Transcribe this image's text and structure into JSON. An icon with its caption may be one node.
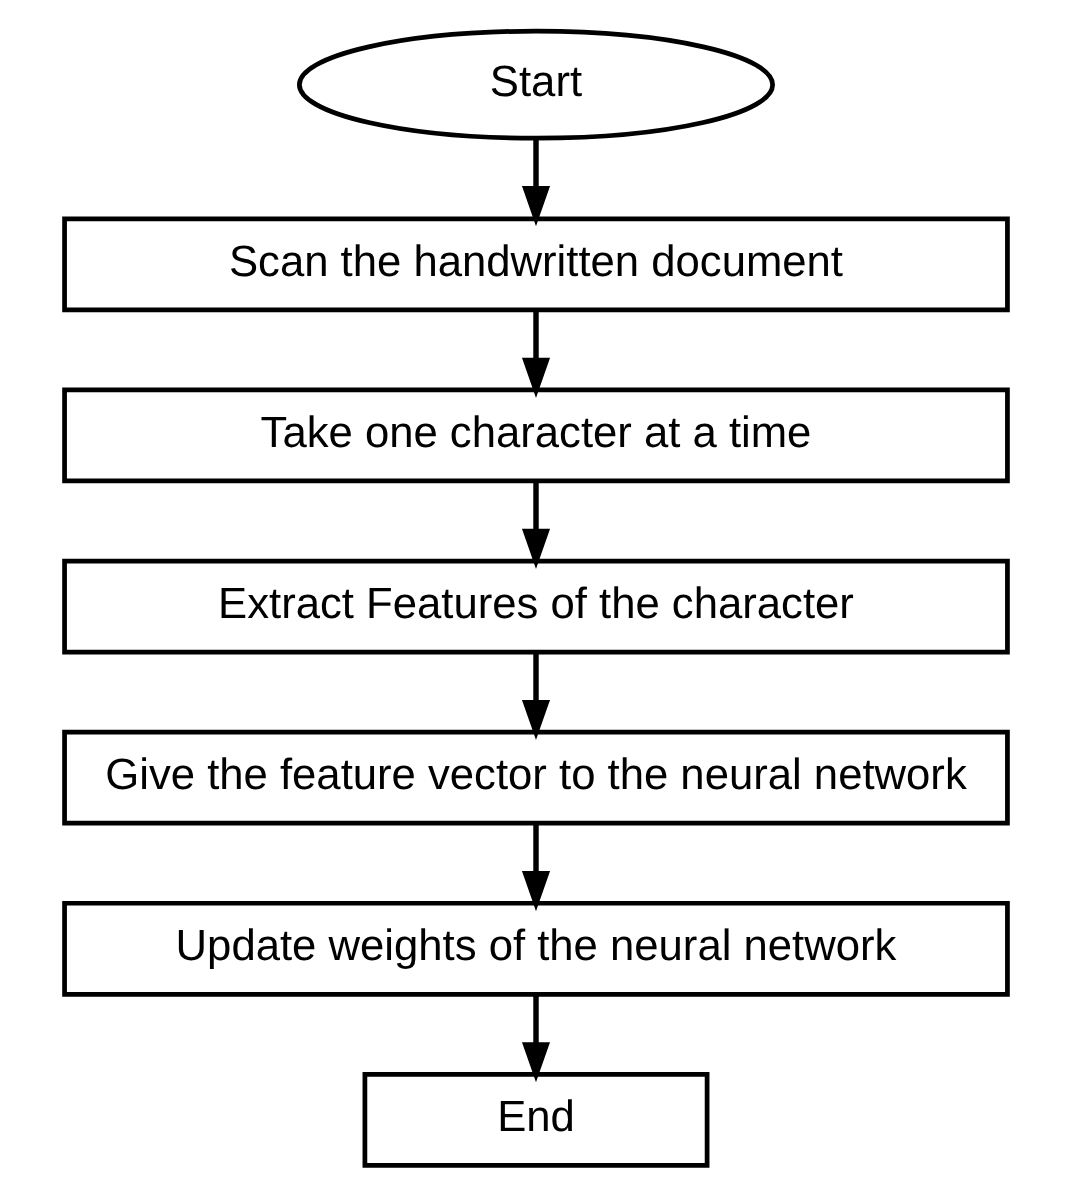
{
  "diagram": {
    "nodes": [
      {
        "text": [
          "Start"
        ]
      },
      {
        "text": [
          "Scan the handwritten document"
        ]
      },
      {
        "text": [
          "Take one character at a time"
        ]
      },
      {
        "text": [
          "Extract Features of the character"
        ]
      },
      {
        "text": [
          "Give the feature vector to the neural network"
        ]
      },
      {
        "text": [
          "Update weights of the neural network"
        ]
      },
      {
        "text": [
          "End"
        ]
      }
    ],
    "edges": [
      {
        "from": 0,
        "to": 1,
        "arrow": "to"
      },
      {
        "from": 1,
        "to": 2,
        "arrow": "to"
      },
      {
        "from": 2,
        "to": 3,
        "arrow": "to"
      },
      {
        "from": 3,
        "to": 4,
        "arrow": "to"
      },
      {
        "from": 4,
        "to": 5,
        "arrow": "to"
      },
      {
        "from": 5,
        "to": 6,
        "arrow": "to"
      }
    ]
  }
}
